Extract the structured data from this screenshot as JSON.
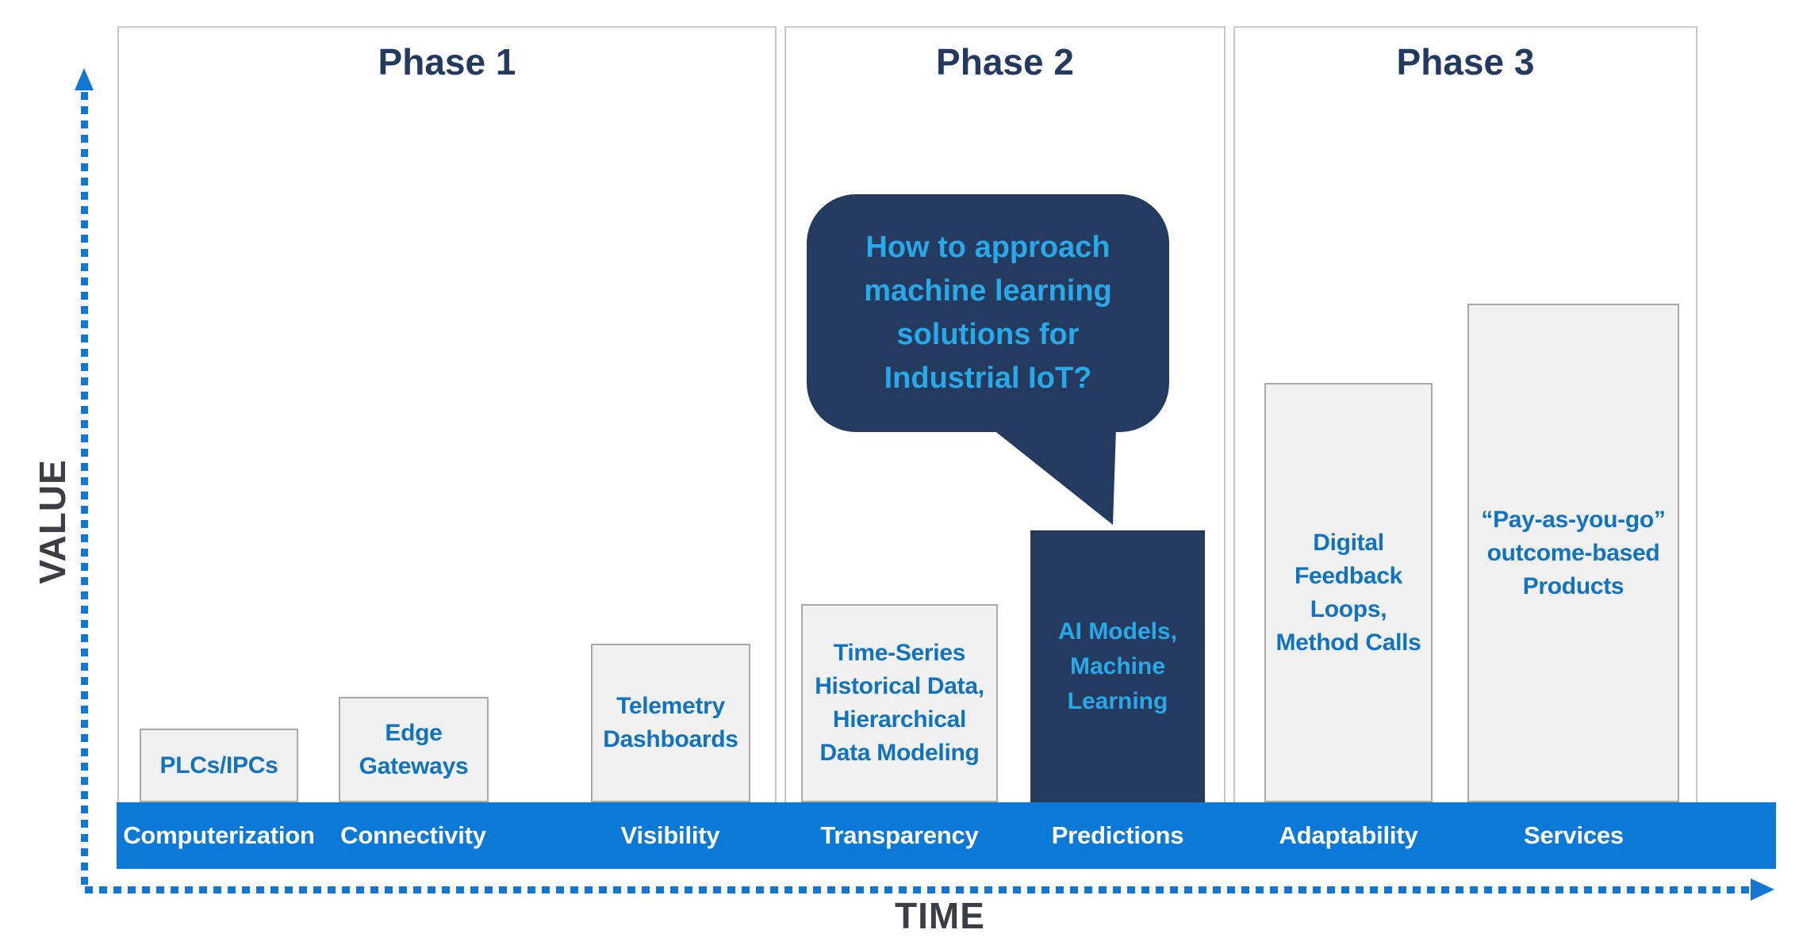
{
  "title": "Industrial IoT value-over-time maturity phases",
  "axes": {
    "value_label": "VALUE",
    "time_label": "TIME"
  },
  "phases": [
    {
      "label": "Phase 1"
    },
    {
      "label": "Phase 2"
    },
    {
      "label": "Phase 3"
    }
  ],
  "speech_bubble": {
    "text": "How to approach\nmachine learning\nsolutions for\nIndustrial IoT?",
    "points_to": "Predictions"
  },
  "stages": [
    {
      "phase": 1,
      "stage_label": "Computerization",
      "box_label": "PLCs/IPCs",
      "box_style": "gray"
    },
    {
      "phase": 1,
      "stage_label": "Connectivity",
      "box_label": "Edge\nGateways",
      "box_style": "gray"
    },
    {
      "phase": 1,
      "stage_label": "Visibility",
      "box_label": "Telemetry\nDashboards",
      "box_style": "gray"
    },
    {
      "phase": 2,
      "stage_label": "Transparency",
      "box_label": "Time-Series\nHistorical Data,\nHierarchical\nData Modeling",
      "box_style": "gray"
    },
    {
      "phase": 2,
      "stage_label": "Predictions",
      "box_label": "AI Models,\nMachine\nLearning",
      "box_style": "navy"
    },
    {
      "phase": 3,
      "stage_label": "Adaptability",
      "box_label": "Digital\nFeedback\nLoops,\nMethod Calls",
      "box_style": "gray"
    },
    {
      "phase": 3,
      "stage_label": "Services",
      "box_label": "“Pay-as-you-go”\noutcome-based\nProducts",
      "box_style": "gray"
    }
  ],
  "colors": {
    "navy": "#243b5f",
    "light_blue": "#2aa9e9",
    "box_text_blue": "#1173be",
    "bar_blue": "#0d79d6",
    "axis_blue": "#1277d2",
    "box_fill": "#f1f1f1",
    "box_border": "#a9a9a9",
    "panel_border": "#c8c8c8",
    "axis_label_text": "#3c3e44",
    "bar_label_text": "#ffffff"
  }
}
